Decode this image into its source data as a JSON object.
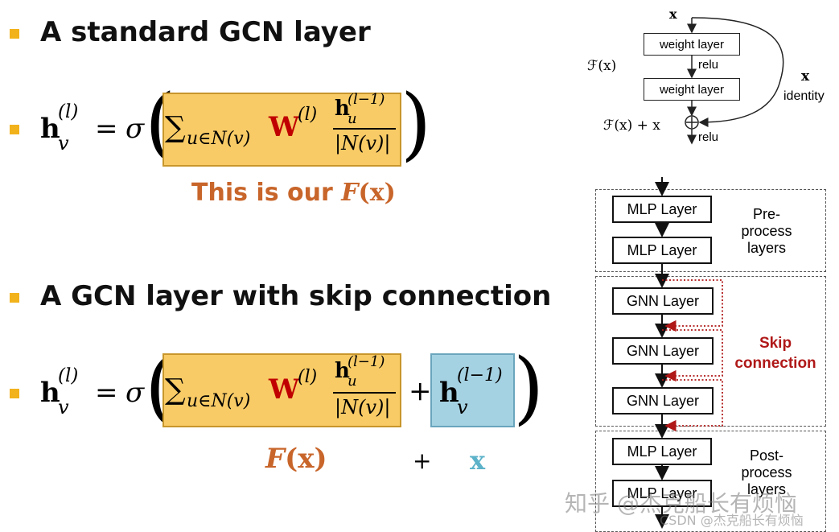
{
  "sections": [
    {
      "heading": "A standard GCN layer"
    },
    {
      "heading": "A GCN layer with skip connection"
    }
  ],
  "formula": {
    "h": "h",
    "v": "v",
    "u": "u",
    "sup_l": "(l)",
    "sup_l_minus_1": "(l−1)",
    "equals": "=",
    "sigma": "σ",
    "sum_sign": "∑",
    "sum_sub": "u∈N(v)",
    "W": "W",
    "denominator": "|N(v)|",
    "plus": "+"
  },
  "captions": {
    "this_is_our": "This is our ",
    "F": "F",
    "x_paren": "(x)",
    "plus": "+",
    "x": "x"
  },
  "resnet": {
    "input_x": "x",
    "fx": "ℱ(x)",
    "weight_layer_1": "weight layer",
    "relu_1": "relu",
    "weight_layer_2": "weight layer",
    "identity_x": "x",
    "identity": "identity",
    "fx_plus_x": "ℱ(x) + x",
    "relu_2": "relu"
  },
  "pipeline": {
    "pre_layers": [
      "MLP Layer",
      "MLP Layer"
    ],
    "pre_label": "Pre-\nprocess\nlayers",
    "gnn_layers": [
      "GNN Layer",
      "GNN Layer",
      "GNN Layer"
    ],
    "skip_label": "Skip\nconnection",
    "post_layers": [
      "MLP Layer",
      "MLP Layer"
    ],
    "post_label": "Post-\nprocess\nlayers"
  },
  "watermark": {
    "line1": "知乎 @杰克船长有烦恼",
    "line2": "CSDN @杰克船长有烦恼"
  },
  "colors": {
    "bullet": "#f2b21b",
    "yellow_box": "#f8cb66",
    "blue_box": "#a5d2e2",
    "W_red": "#c00000",
    "caption_orange": "#c8652a",
    "x_blue": "#5bb2c9",
    "skip_red": "#b01818"
  }
}
